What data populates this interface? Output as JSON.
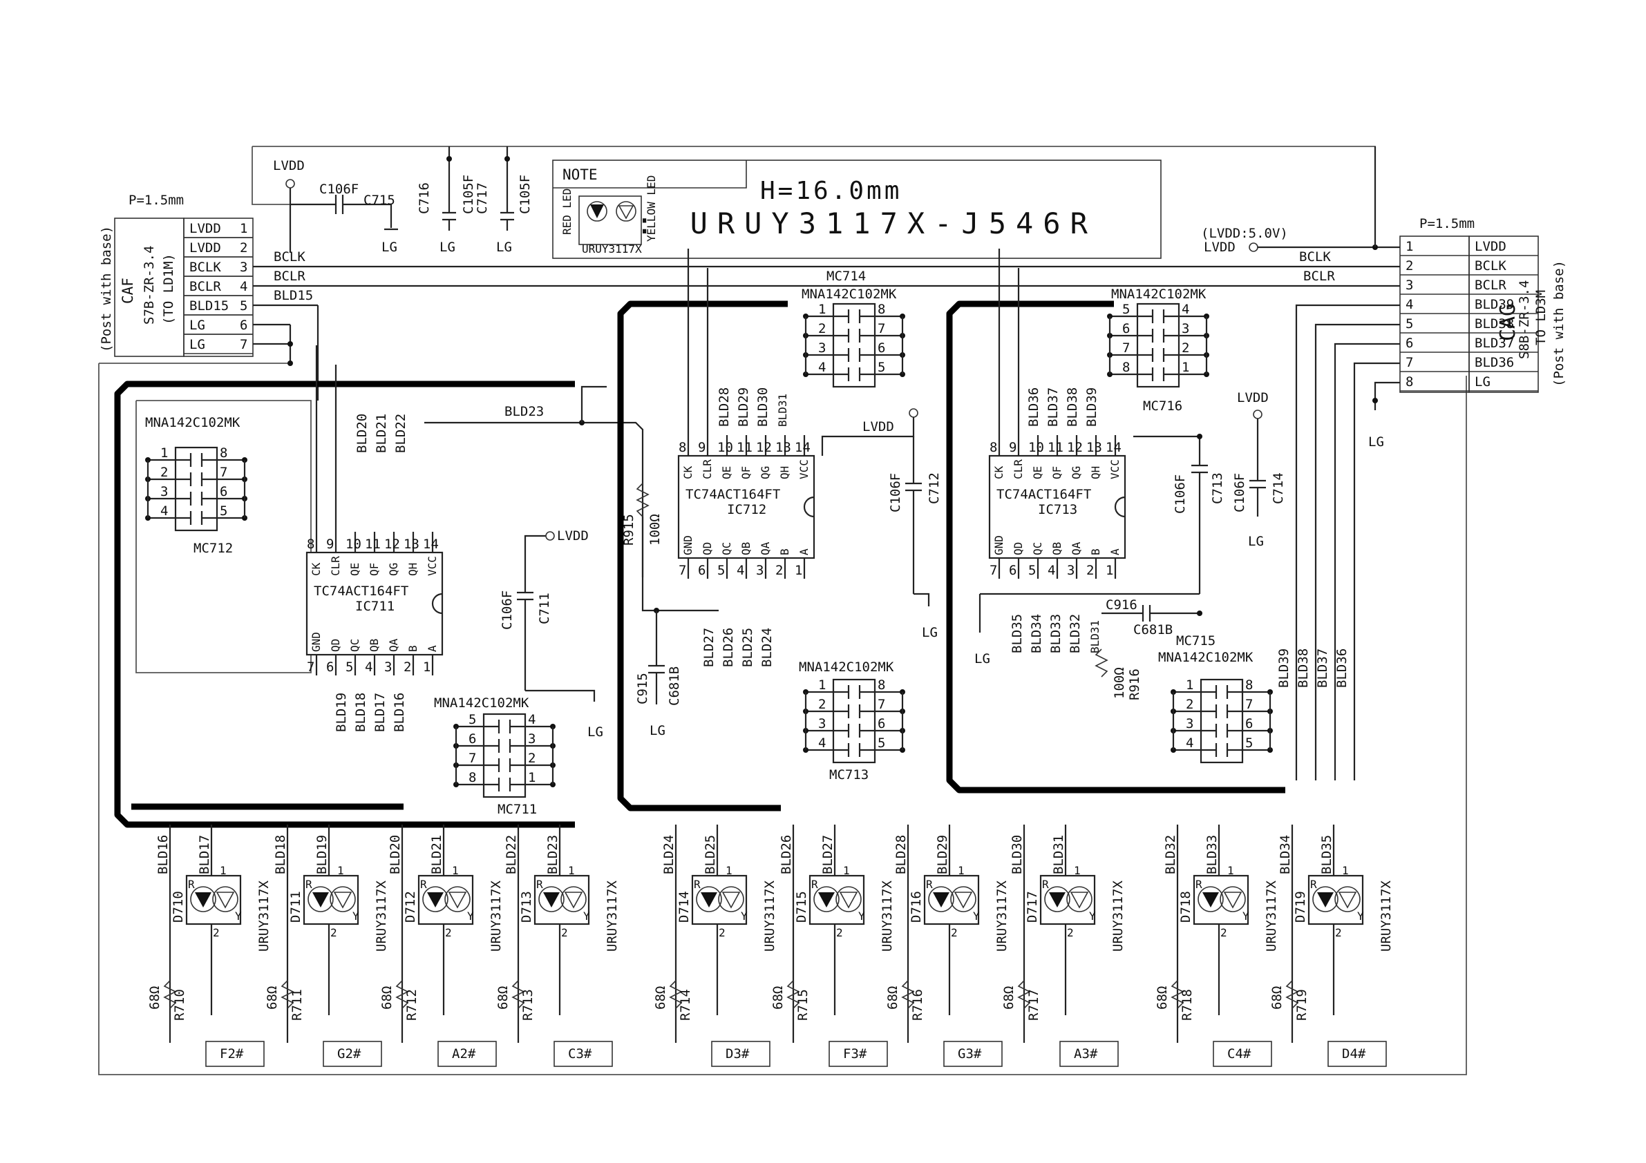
{
  "note": {
    "heading": "NOTE",
    "height": "H=16.0mm",
    "part": ": URUY3117X-J546R",
    "red_led": "RED LED",
    "yellow_led": "YELLOW LED",
    "device": "URUY3117X"
  },
  "connectors": {
    "caf": {
      "pitch": "P=1.5mm",
      "name": "CAF",
      "type": "S7B-ZR-3.4",
      "dest": "(TO LD1M)",
      "mount": "(Post with base)",
      "pins": [
        {
          "no": "1",
          "label": "LVDD"
        },
        {
          "no": "2",
          "label": "LVDD"
        },
        {
          "no": "3",
          "label": "BCLK"
        },
        {
          "no": "4",
          "label": "BCLR"
        },
        {
          "no": "5",
          "label": "BLD15"
        },
        {
          "no": "6",
          "label": "LG"
        },
        {
          "no": "7",
          "label": "LG"
        }
      ]
    },
    "cag": {
      "pitch": "P=1.5mm",
      "name": "CAG",
      "type": "S8B-ZR-3.4",
      "dest": "TO LD3M",
      "mount": "(Post with base)",
      "pins": [
        {
          "no": "1",
          "label": "LVDD"
        },
        {
          "no": "2",
          "label": "BCLK"
        },
        {
          "no": "3",
          "label": "BCLR"
        },
        {
          "no": "4",
          "label": "BLD39"
        },
        {
          "no": "5",
          "label": "BLD38"
        },
        {
          "no": "6",
          "label": "BLD37"
        },
        {
          "no": "7",
          "label": "BLD36"
        },
        {
          "no": "8",
          "label": "LG"
        }
      ]
    }
  },
  "nets": {
    "lvdd": "LVDD",
    "lvdd_5v": "(LVDD:5.0V)",
    "bclk": "BCLK",
    "bclr": "BCLR",
    "bld15": "BLD15",
    "bld23": "BLD23",
    "lg": "LG",
    "mc714": "MC714"
  },
  "ics": [
    {
      "ref": "IC711",
      "part": "TC74ACT164FT",
      "top": [
        "8",
        "9",
        "10",
        "11",
        "12",
        "13",
        "14"
      ],
      "top_sig": [
        "CK",
        "CLR",
        "QE",
        "QF",
        "QG",
        "QH",
        "VCC"
      ],
      "bot": [
        "7",
        "6",
        "5",
        "4",
        "3",
        "2",
        "1"
      ],
      "bot_sig": [
        "GND",
        "QD",
        "QC",
        "QB",
        "QA",
        "B",
        "A"
      ]
    },
    {
      "ref": "IC712",
      "part": "TC74ACT164FT",
      "top": [
        "8",
        "9",
        "10",
        "11",
        "12",
        "13",
        "14"
      ],
      "top_sig": [
        "CK",
        "CLR",
        "QE",
        "QF",
        "QG",
        "QH",
        "VCC"
      ],
      "bot": [
        "7",
        "6",
        "5",
        "4",
        "3",
        "2",
        "1"
      ],
      "bot_sig": [
        "GND",
        "QD",
        "QC",
        "QB",
        "QA",
        "B",
        "A"
      ]
    },
    {
      "ref": "IC713",
      "part": "TC74ACT164FT",
      "top": [
        "8",
        "9",
        "10",
        "11",
        "12",
        "13",
        "14"
      ],
      "top_sig": [
        "CK",
        "CLR",
        "QE",
        "QF",
        "QG",
        "QH",
        "VCC"
      ],
      "bot": [
        "7",
        "6",
        "5",
        "4",
        "3",
        "2",
        "1"
      ],
      "bot_sig": [
        "GND",
        "QD",
        "QC",
        "QB",
        "QA",
        "B",
        "A"
      ]
    }
  ],
  "ic_bld": {
    "ic711_top": [
      "BLD20",
      "BLD21",
      "BLD22"
    ],
    "ic711_bot": [
      "BLD19",
      "BLD18",
      "BLD17",
      "BLD16"
    ],
    "ic712_top": [
      "BLD28",
      "BLD29",
      "BLD30",
      "BLD31"
    ],
    "ic712_bot": [
      "BLD27",
      "BLD26",
      "BLD25",
      "BLD24"
    ],
    "ic713_top": [
      "BLD36",
      "BLD37",
      "BLD38",
      "BLD39"
    ],
    "ic713_bot": [
      "BLD35",
      "BLD34",
      "BLD33",
      "BLD32",
      "BLD31"
    ],
    "right_bus": [
      "BLD39",
      "BLD38",
      "BLD37",
      "BLD36"
    ]
  },
  "arrays": {
    "part": "MNA142C102MK",
    "mc711": "MC711",
    "mc712": "MC712",
    "mc713": "MC713",
    "mc715": "MC715",
    "mc716": "MC716",
    "pins_a": [
      "1",
      "2",
      "3",
      "4",
      "8",
      "7",
      "6",
      "5"
    ],
    "pins_b": [
      "5",
      "6",
      "7",
      "8",
      "4",
      "3",
      "2",
      "1"
    ]
  },
  "caps": {
    "c715": "C715",
    "c716": "C716",
    "c717": "C717",
    "c711": "C711",
    "c712": "C712",
    "c713": "C713",
    "c714": "C714",
    "c915": "C915",
    "c916": "C916",
    "c106f": "C106F",
    "c105f": "C105F",
    "c681b": "C681B"
  },
  "resistors": {
    "r915": "R915",
    "r916": "R916",
    "v100": "100Ω",
    "v68": "68Ω"
  },
  "leds": [
    {
      "ref": "D710",
      "r": "R710",
      "a": "BLD16",
      "b": "BLD17",
      "btn": "F2#"
    },
    {
      "ref": "D711",
      "r": "R711",
      "a": "BLD18",
      "b": "BLD19",
      "btn": "G2#"
    },
    {
      "ref": "D712",
      "r": "R712",
      "a": "BLD20",
      "b": "BLD21",
      "btn": "A2#"
    },
    {
      "ref": "D713",
      "r": "R713",
      "a": "BLD22",
      "b": "BLD23",
      "btn": "C3#"
    },
    {
      "ref": "D714",
      "r": "R714",
      "a": "BLD24",
      "b": "BLD25",
      "btn": "D3#"
    },
    {
      "ref": "D715",
      "r": "R715",
      "a": "BLD26",
      "b": "BLD27",
      "btn": "F3#"
    },
    {
      "ref": "D716",
      "r": "R716",
      "a": "BLD28",
      "b": "BLD29",
      "btn": "G3#"
    },
    {
      "ref": "D717",
      "r": "R717",
      "a": "BLD30",
      "b": "BLD31",
      "btn": "A3#"
    },
    {
      "ref": "D718",
      "r": "R718",
      "a": "BLD32",
      "b": "BLD33",
      "btn": "C4#"
    },
    {
      "ref": "D719",
      "r": "R719",
      "a": "BLD34",
      "b": "BLD35",
      "btn": "D4#"
    }
  ],
  "led_part": "URUY3117X",
  "led_pins": {
    "r": "R",
    "y": "Y",
    "p1": "1",
    "p2": "2"
  }
}
